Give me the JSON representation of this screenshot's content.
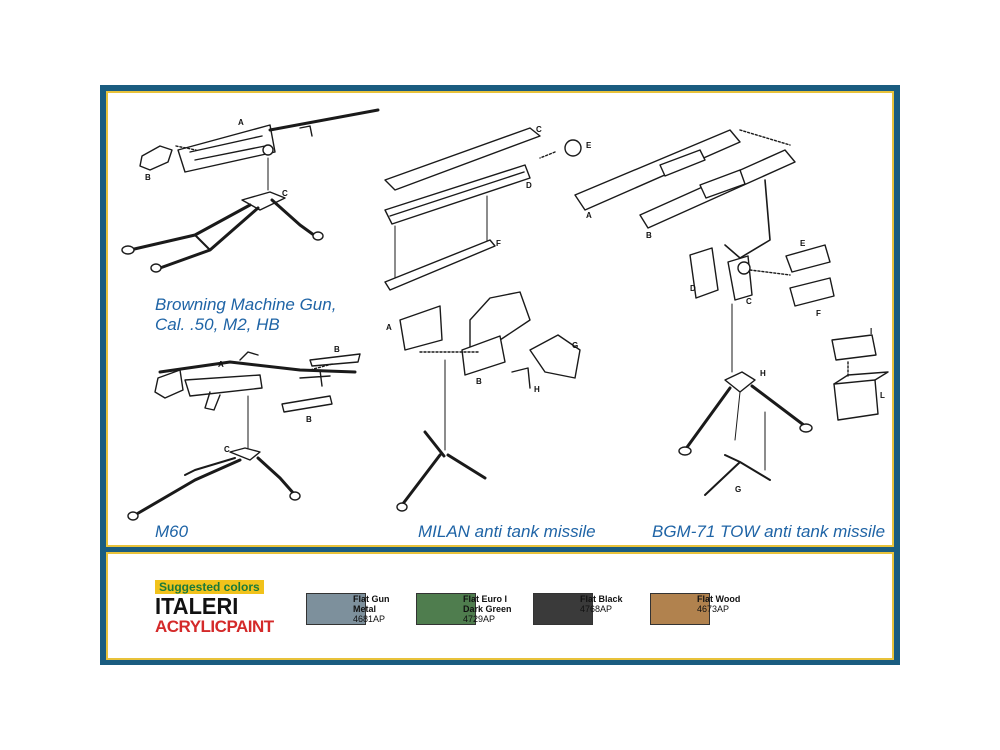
{
  "captions": {
    "browning_line1": "Browning Machine Gun,",
    "browning_line2": "Cal. .50, M2, HB",
    "m60": "M60",
    "milan": "MILAN anti tank missile",
    "tow": "BGM-71 TOW anti tank missile"
  },
  "part_labels": {
    "browning": [
      "A",
      "B",
      "C"
    ],
    "m60": [
      "A",
      "B",
      "B",
      "C"
    ],
    "milan": [
      "C",
      "E",
      "D",
      "F",
      "A",
      "B",
      "G",
      "H"
    ],
    "tow": [
      "A",
      "B",
      "E",
      "D",
      "C",
      "F",
      "I",
      "L",
      "H",
      "G"
    ]
  },
  "brand": {
    "suggested": "Suggested colors",
    "name": "ITALERI",
    "acrylic": "ACRYLIC",
    "paint": "PAINT"
  },
  "colors_list": [
    {
      "name1": "Flat Gun",
      "name2": "Metal",
      "code": "4681AP",
      "hex": "#7d909c"
    },
    {
      "name1": "Flat Euro I",
      "name2": "Dark Green",
      "code": "4729AP",
      "hex": "#4f7d4e"
    },
    {
      "name1": "Flat Black",
      "name2": "",
      "code": "4768AP",
      "hex": "#3a3a3a"
    },
    {
      "name1": "Flat Wood",
      "name2": "",
      "code": "4673AP",
      "hex": "#b1824e"
    }
  ],
  "theme": {
    "frame": "#1a5c80",
    "panel_border": "#e8c23a",
    "caption": "#1f64a6"
  }
}
